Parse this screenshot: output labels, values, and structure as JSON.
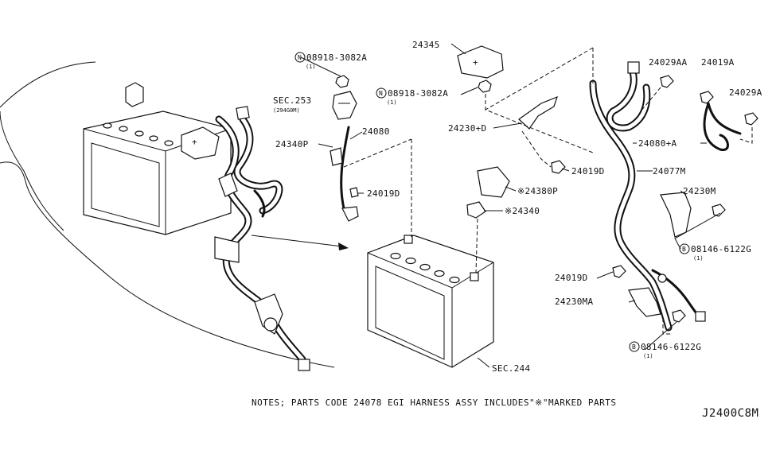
{
  "diagram": {
    "labels": {
      "p24345": "24345",
      "p08918_top": "08918-3082A",
      "p08918_top_qty": "(1)",
      "p08918_mid": "08918-3082A",
      "p08918_mid_qty": "(1)",
      "sec253": "SEC.253",
      "sec253_sub": "(294G0M)",
      "p24340P": "24340P",
      "p24080": "24080",
      "p24019D_a": "24019D",
      "p24230D": "24230+D",
      "p24019D_b": "24019D",
      "p24380P": "※24380P",
      "p24340": "※24340",
      "p24029AA": "24029AA",
      "p24019A": "24019A",
      "p24029A": "24029A",
      "p24080A": "24080+A",
      "p24077M": "24077M",
      "p24230M": "24230M",
      "p08146_a": "08146-6122G",
      "p08146_a_qty": "(1)",
      "p24019D_c": "24019D",
      "p24230MA": "24230MA",
      "p08146_b": "08146-6122G",
      "p08146_b_qty": "(1)",
      "sec244": "SEC.244",
      "n_symbol": "N",
      "b_symbol": "B",
      "battery_plus": "+"
    },
    "notes": "NOTES; PARTS CODE 24078 EGI HARNESS ASSY INCLUDES\"※\"MARKED PARTS",
    "diagram_code": "J2400C8M"
  }
}
